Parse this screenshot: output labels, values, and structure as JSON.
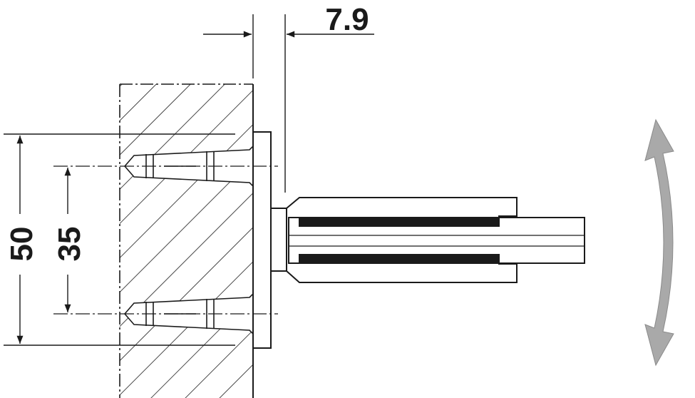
{
  "dimensions": {
    "offset": "7.9",
    "outer_height": "50",
    "hole_spacing": "35"
  },
  "colors": {
    "line": "#1a1a1a",
    "rotation_arrow": "#a9a9a9"
  },
  "icons": [
    "rotation-double-arrow-icon"
  ]
}
